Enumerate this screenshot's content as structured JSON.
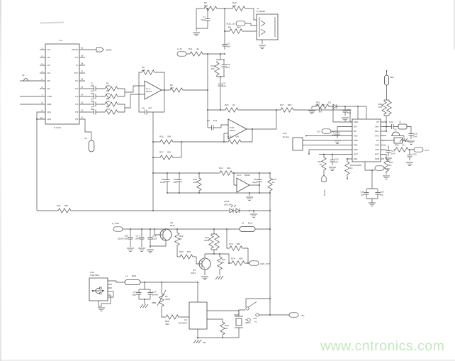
{
  "watermark": {
    "text": "www.cntronics.com",
    "color": "#c5e5c0"
  },
  "u1": {
    "pins_left": [
      "1",
      "2",
      "3",
      "4",
      "5",
      "6",
      "7",
      "8",
      "9",
      "10"
    ],
    "pins_right": [
      "20",
      "19",
      "18",
      "17",
      "16",
      "15",
      "14",
      "13",
      "12",
      "11"
    ],
    "names_left": [
      "VO",
      "NC",
      "CP",
      "CN",
      "RG",
      "DC",
      "GND",
      "REF",
      "LD1",
      "LD2"
    ],
    "names_right": [
      "MUTE",
      "XO",
      "XI",
      "TST",
      "P1",
      "P2",
      "P3",
      "P4",
      "P5",
      "P6"
    ]
  },
  "u3": {
    "names_left": [
      "VDD",
      "DN",
      "DP",
      "V50",
      "PB0",
      "PB1",
      "PB2",
      "RST",
      "SEL"
    ],
    "names_right": [
      "UP",
      "DM-",
      "DP+",
      "XTO",
      "XTI",
      "PA2",
      "PA5",
      "RST",
      "SCB"
    ]
  },
  "lbl": {
    "mute": "MUTE",
    "u1": "U1",
    "u1p": "P-7049",
    "s1": "S1",
    "k2": "K2",
    "c1": "C1",
    "c1v": "224",
    "c2": "C2",
    "c2v": "224",
    "c3": "C3",
    "c3v": "224",
    "c4": "C4",
    "c4v": "224",
    "r1": "R1",
    "r1v": "47K",
    "r2": "R2",
    "r2v": "47K",
    "r3": "R3",
    "r3v": "47K",
    "r4": "R4",
    "r4v": "47K",
    "ica": "IC-A",
    "icav": "MC04",
    "r6": "R6",
    "r6v": "10K",
    "c5": "C5",
    "c5v": "47P",
    "r9": "R9",
    "r9v": "4K7",
    "r5": "R5",
    "r5v": "100",
    "r10": "R10",
    "r10v": "100",
    "c7": "C7",
    "c7v": "10μF",
    "j1": "J1",
    "j1p": "PJ-324M",
    "hpjd": "AUD_JD",
    "r8": "R8",
    "r8v": "56Ω",
    "c9": "C9",
    "c9v": "104",
    "ain": "A_IN",
    "r11": "R11",
    "r11v": "4K",
    "r12": "R12",
    "r12v": "20K",
    "c10": "C10",
    "c10v": "104",
    "c8": "C8",
    "c8v": "104",
    "r23": "R23",
    "r23v": "2K",
    "r27": "R27",
    "r27v": "56K",
    "c22": "C22",
    "c22v": "683",
    "c6": "C6",
    "c6v": "104",
    "icb": "IC-B",
    "icbv": "MC04",
    "r15": "R15",
    "r15v": "10K",
    "r16": "R16",
    "r16v": "20K",
    "r17": "R17",
    "r17v": "20K",
    "r13": "R13",
    "r13v": "24K",
    "c16": "C16",
    "c16v": "104P",
    "c15": "C15",
    "c15v": "68P",
    "r14": "R14",
    "r14v": "20K",
    "icc": "IC-C",
    "iccv": "MC04",
    "c11": "C11",
    "c11v": "10μF",
    "r18": "R18",
    "r18v": "1K",
    "led1": "LED1",
    "led1v": "LED 5/8",
    "r31": "R31",
    "r31v": "56K",
    "avdd": "A_VDD",
    "c25": "C25",
    "c25v": "220UF/16V",
    "c17": "C17",
    "c17v": "104F",
    "c18": "C18",
    "c18v": "10μF",
    "q2": "Q2",
    "q2v": "9014",
    "r22": "R22",
    "r22v": "2K",
    "rv1": "RV1",
    "rv1v": "SD/B",
    "r20": "R20",
    "r20v": "560",
    "r19": "R19",
    "r19v": "560",
    "q3": "Q3",
    "q3v": "9013",
    "r21": "R21",
    "r21v": "1K",
    "r24": "R24",
    "r24v": "56Ω",
    "aout": "AUD_OUT",
    "cn1": "CN1",
    "cn1p": "USB MINI",
    "l1": "L1",
    "l1v": "BLM",
    "c21": "C21",
    "c21v": "10μF",
    "c14": "C14",
    "c14v": "104uF",
    "vbb": "VBB",
    "d1": "D1",
    "d1v": "SD/B",
    "r26": "R26",
    "r26v": "49Ω",
    "u2": "U2",
    "u2p": "LD7400A",
    "nvb": "-VB",
    "y1": "Y1",
    "y1v": "4MHz",
    "r28": "R28",
    "r28v": "1M",
    "jp2": "JP2",
    "k1": "K1",
    "p5v": "+5V",
    "l2": "L2",
    "l2v": "BLM",
    "u3p": "CM108",
    "vdd2": "VDD",
    "c19": "C19",
    "c19v": "104",
    "c20": "C20",
    "c20v": "10μ",
    "c27": "C27",
    "c27v": "104",
    "io1": "IO1",
    "u10": "U10",
    "u10v": "Device",
    "r37": "R37",
    "r37v": "1K",
    "mute2": "MUTE",
    "c26": "C26",
    "c26v": "104",
    "r33": "R33",
    "r33v": "1K",
    "r32": "R32",
    "d3": "D3",
    "c23": "C23",
    "c23v": "104",
    "fb1": "FB1",
    "r29": "R29",
    "r29v": "1K5",
    "c31": "C31",
    "l3": "L3",
    "c28": "C28",
    "c28v": "104",
    "x2": "X2",
    "r35": "R35",
    "c29": "C29",
    "c29v": "104",
    "r30": "R30",
    "r30v": "1K",
    "vo1": "VO1",
    "c30": "C30",
    "r34": "R34",
    "r34v": "1K"
  }
}
